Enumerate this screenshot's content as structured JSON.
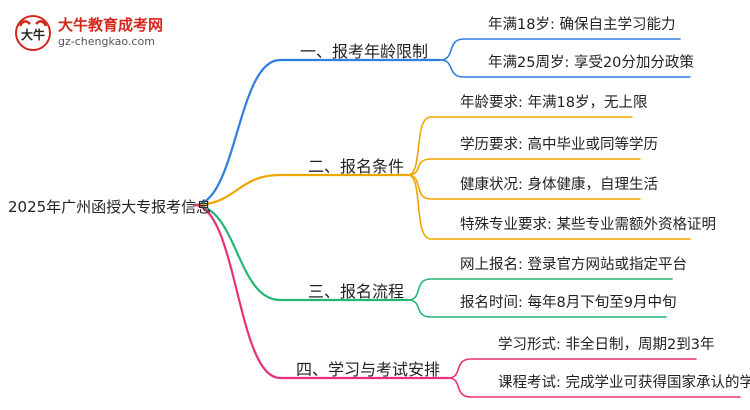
{
  "logo": {
    "name": "大牛教育成考网",
    "url": "gz-chengkao.com",
    "mark_text": "大牛"
  },
  "colors": {
    "branch1": "#2f7fe0",
    "branch2": "#f0a500",
    "branch3": "#23b773",
    "branch4": "#e8307a"
  },
  "mindmap": {
    "root": "2025年广州函授大专报考信息",
    "branches": [
      {
        "label": "一、报考年龄限制",
        "leaves": [
          "年满18岁: 确保自主学习能力",
          "年满25周岁: 享受20分加分政策"
        ]
      },
      {
        "label": "二、报名条件",
        "leaves": [
          "年龄要求: 年满18岁，无上限",
          "学历要求: 高中毕业或同等学历",
          "健康状况: 身体健康，自理生活",
          "特殊专业要求: 某些专业需额外资格证明"
        ]
      },
      {
        "label": "三、报名流程",
        "leaves": [
          "网上报名: 登录官方网站或指定平台",
          "报名时间: 每年8月下旬至9月中旬"
        ]
      },
      {
        "label": "四、学习与考试安排",
        "leaves": [
          "学习形式: 非全日制，周期2到3年",
          "课程考试: 完成学业可获得国家承认的学历"
        ]
      }
    ]
  }
}
